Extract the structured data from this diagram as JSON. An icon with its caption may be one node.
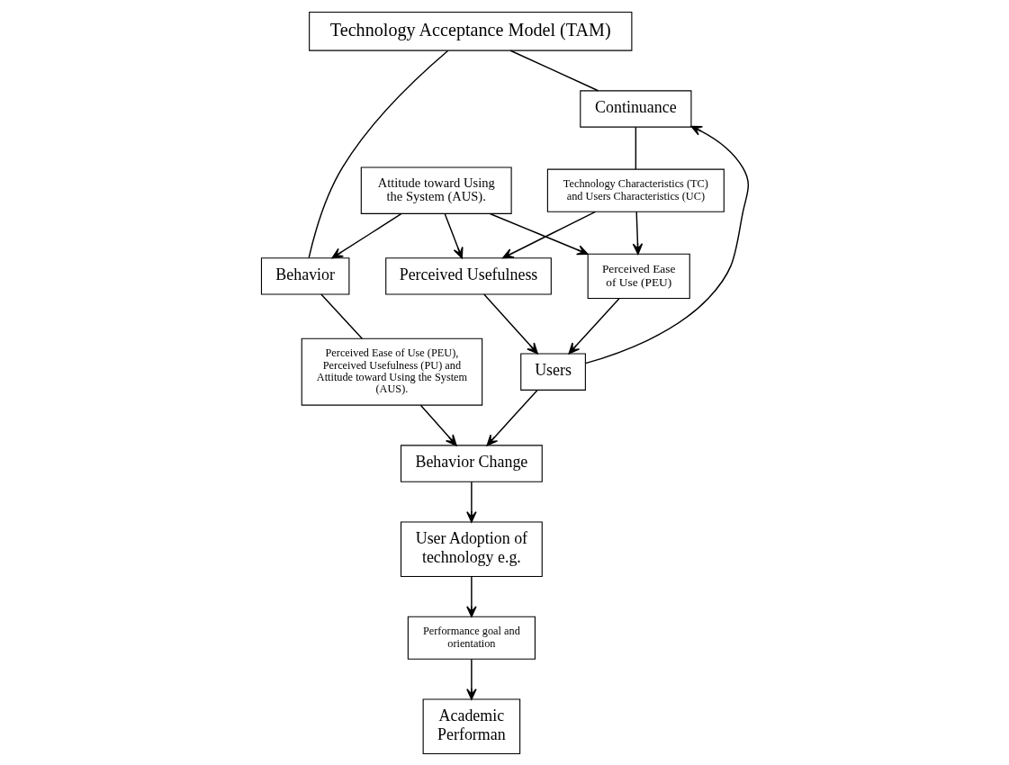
{
  "diagram": {
    "nodes": [
      {
        "text": [
          "Technology Acceptance Model (TAM)"
        ]
      },
      {
        "text": [
          "Continuance"
        ]
      },
      {
        "text": [
          "Behavior"
        ]
      },
      {
        "text": [
          "Technology Characteristics (TC) and Users Characteristics (UC)"
        ]
      },
      {
        "text": [
          "Perceived Ease of Use (PEU), Perceived Usefulness (PU) and Attitude toward Using the System (AUS)."
        ]
      },
      {
        "text": [
          "Users"
        ]
      },
      {
        "text": [
          "Perceived Usefulness"
        ]
      },
      {
        "text": [
          "Perceived Ease of Use (PEU)"
        ]
      },
      {
        "text": [
          "Behavior Change"
        ]
      },
      {
        "text": [
          "User Adoption of technology e.g."
        ]
      },
      {
        "text": [
          "Attitude toward Using the System (AUS)."
        ]
      },
      {
        "text": [
          "Performance goal and orientation"
        ]
      },
      {
        "text": [
          "Academic Performan"
        ]
      }
    ],
    "edges": [
      {
        "from": 0,
        "to": 1,
        "arrow": "none"
      },
      {
        "from": 0,
        "to": 2,
        "arrow": "none"
      },
      {
        "from": 1,
        "to": 3,
        "arrow": "none"
      },
      {
        "from": 2,
        "to": 4,
        "arrow": "none"
      },
      {
        "from": 5,
        "to": 1,
        "arrow": "to"
      },
      {
        "from": 10,
        "to": 2,
        "arrow": "to"
      },
      {
        "from": 3,
        "to": 6,
        "arrow": "to"
      },
      {
        "from": 3,
        "to": 7,
        "arrow": "to"
      },
      {
        "from": 4,
        "to": 8,
        "arrow": "to"
      },
      {
        "from": 6,
        "to": 5,
        "arrow": "to"
      },
      {
        "from": 7,
        "to": 5,
        "arrow": "to"
      },
      {
        "from": 5,
        "to": 8,
        "arrow": "to"
      },
      {
        "from": 8,
        "to": 9,
        "arrow": "to"
      },
      {
        "from": 9,
        "to": 11,
        "arrow": "to"
      },
      {
        "from": 11,
        "to": 12,
        "arrow": "to"
      },
      {
        "from": 10,
        "to": 7,
        "arrow": "to"
      },
      {
        "from": 10,
        "to": 6,
        "arrow": "to"
      }
    ]
  }
}
